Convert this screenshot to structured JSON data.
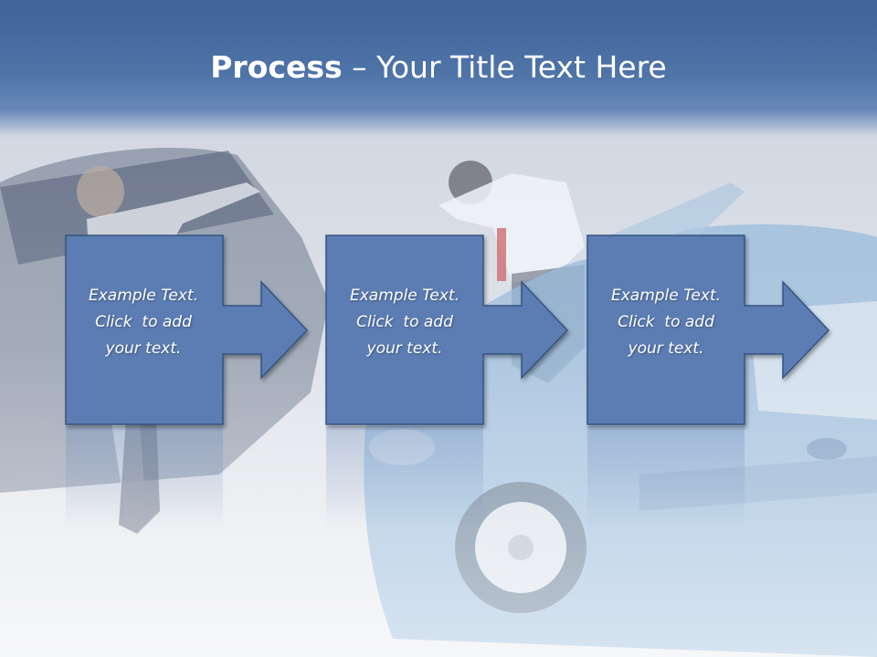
{
  "slide": {
    "title_bold": "Process",
    "title_rest": " – Your Title Text Here"
  },
  "steps": [
    {
      "line1": "Example Text.",
      "line2": "Click  to add",
      "line3": "your text."
    },
    {
      "line1": "Example Text.",
      "line2": "Click  to add",
      "line3": "your text."
    },
    {
      "line1": "Example Text.",
      "line2": "Click  to add",
      "line3": "your text."
    }
  ],
  "colors": {
    "title_bar": "#4f74a8",
    "step_fill": "#5b7db3",
    "step_border": "#34547f",
    "text": "#ffffff"
  }
}
